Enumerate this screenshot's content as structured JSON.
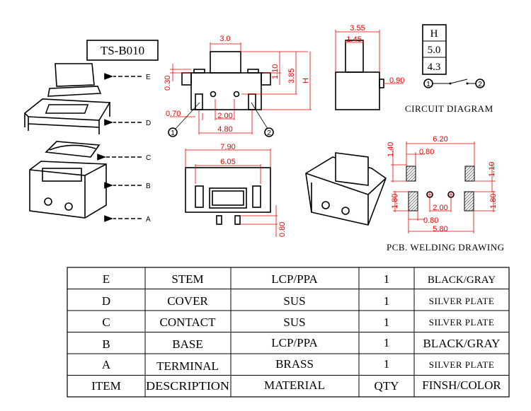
{
  "model": "TS-B010",
  "exploded_labels": [
    "E",
    "D",
    "C",
    "B",
    "A"
  ],
  "front_view": {
    "width_top": "3.0",
    "height_stem": "1.10",
    "height_total": "3.85",
    "height_var": "H",
    "ear_offset": "0.30",
    "terminal_width": "0.70",
    "hole_pitch": "2.00",
    "terminal_pitch": "4.80",
    "pin1": "1",
    "pin2": "2"
  },
  "side_view": {
    "width": "3.55",
    "stem_width": "1.45",
    "pin": "0.90"
  },
  "height_table": {
    "header": "H",
    "values": [
      "5.0",
      "4.3"
    ]
  },
  "circuit": {
    "pin1": "1",
    "pin2": "2",
    "caption": "CIRCUIT DIAGRAM"
  },
  "bottom_view": {
    "width": "7.90",
    "inner": "6.05",
    "leg": "0.80"
  },
  "pcb": {
    "outer": "6.20",
    "pad_w_top": "0.80",
    "pad_h_top": "1.40",
    "gap": "1.10",
    "pad_h_bottom_left": "1.80",
    "pad_h_bottom_right": "1.80",
    "hole_pitch": "2.00",
    "pad_w_bottom": "0.80",
    "bottom_outer": "5.80",
    "caption": "PCB. WELDING DRAWING"
  },
  "bom": {
    "headers": [
      "ITEM",
      "DESCRIPTION",
      "MATERIAL",
      "QTY",
      "FINSH/COLOR"
    ],
    "rows": [
      [
        "E",
        "STEM",
        "LCP/PPA",
        "1",
        "BLACK/GRAY"
      ],
      [
        "D",
        "COVER",
        "SUS",
        "1",
        "SILVER PLATE"
      ],
      [
        "C",
        "CONTACT",
        "SUS",
        "1",
        "SILVER PLATE"
      ],
      [
        "B",
        "BASE",
        "LCP/PPA",
        "1",
        "BLACK/GRAY"
      ],
      [
        "A",
        "TERMINAL",
        "BRASS",
        "1",
        "SILVER PLATE"
      ]
    ]
  }
}
